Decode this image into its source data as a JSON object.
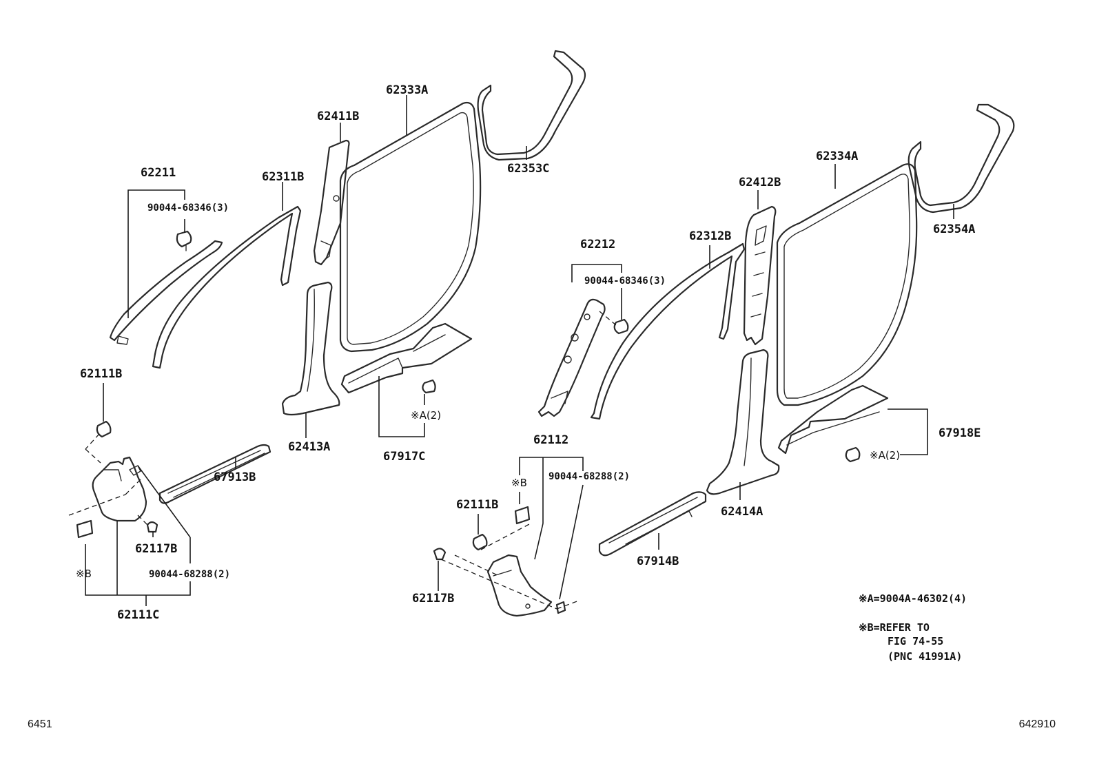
{
  "parts": {
    "p62211": "62211",
    "p62311B": "62311B",
    "p62411B": "62411B",
    "p62333A": "62333A",
    "p62353C": "62353C",
    "p62212": "62212",
    "p62312B": "62312B",
    "p62412B": "62412B",
    "p62334A": "62334A",
    "p62354A": "62354A",
    "p62111B_left": "62111B",
    "p62413A": "62413A",
    "p67917C": "67917C",
    "p67913B": "67913B",
    "p62117B_left": "62117B",
    "p62111C": "62111C",
    "p62112": "62112",
    "p62111B_right": "62111B",
    "p62117B_right": "62117B",
    "p62414A": "62414A",
    "p67914B": "67914B",
    "p67918E": "67918E"
  },
  "fasteners": {
    "clip_left_top": "90044-68346(3)",
    "clip_right_top": "90044-68346(3)",
    "clip_left_bottom": "90044-68288(2)",
    "clip_right_bottom": "90044-68288(2)"
  },
  "refs": {
    "a_left": "※A(2)",
    "a_right": "※A(2)",
    "b_left": "※B",
    "b_right": "※B"
  },
  "notes": {
    "a_def": "※A=9004A-46302(4)",
    "b_def_1": "※B=REFER TO",
    "b_def_2": "FIG 74-55",
    "b_def_3": "(PNC 41991A)"
  },
  "footer": {
    "left_code": "6451",
    "right_code": "642910"
  }
}
